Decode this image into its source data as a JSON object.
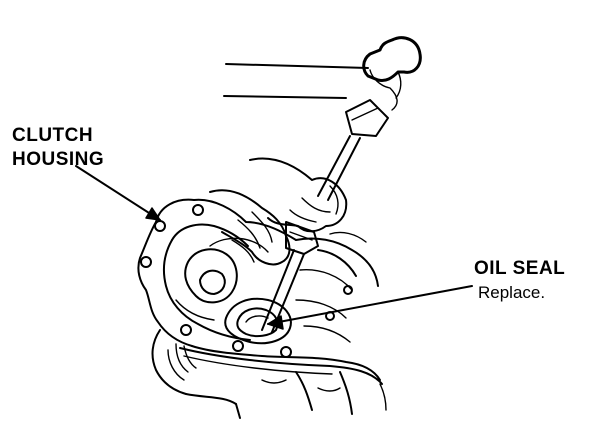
{
  "labels": {
    "clutch_housing_line1": "CLUTCH",
    "clutch_housing_line2": "HOUSING",
    "oil_seal": "OIL SEAL",
    "oil_seal_note": "Replace."
  },
  "colors": {
    "ink": "#000000",
    "paper": "#ffffff"
  }
}
